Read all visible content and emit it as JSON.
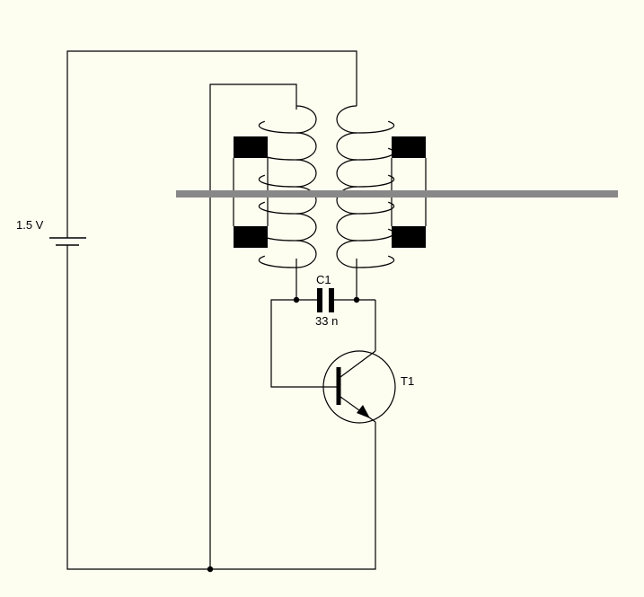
{
  "colors": {
    "background": "#fdfdf0",
    "wire": "#000000",
    "ferrite_bar": "#888888",
    "core_block": "#000000"
  },
  "components": {
    "battery": {
      "label": "1.5 V"
    },
    "capacitor": {
      "name": "C1",
      "value": "33 n"
    },
    "transistor": {
      "name": "T1"
    }
  }
}
